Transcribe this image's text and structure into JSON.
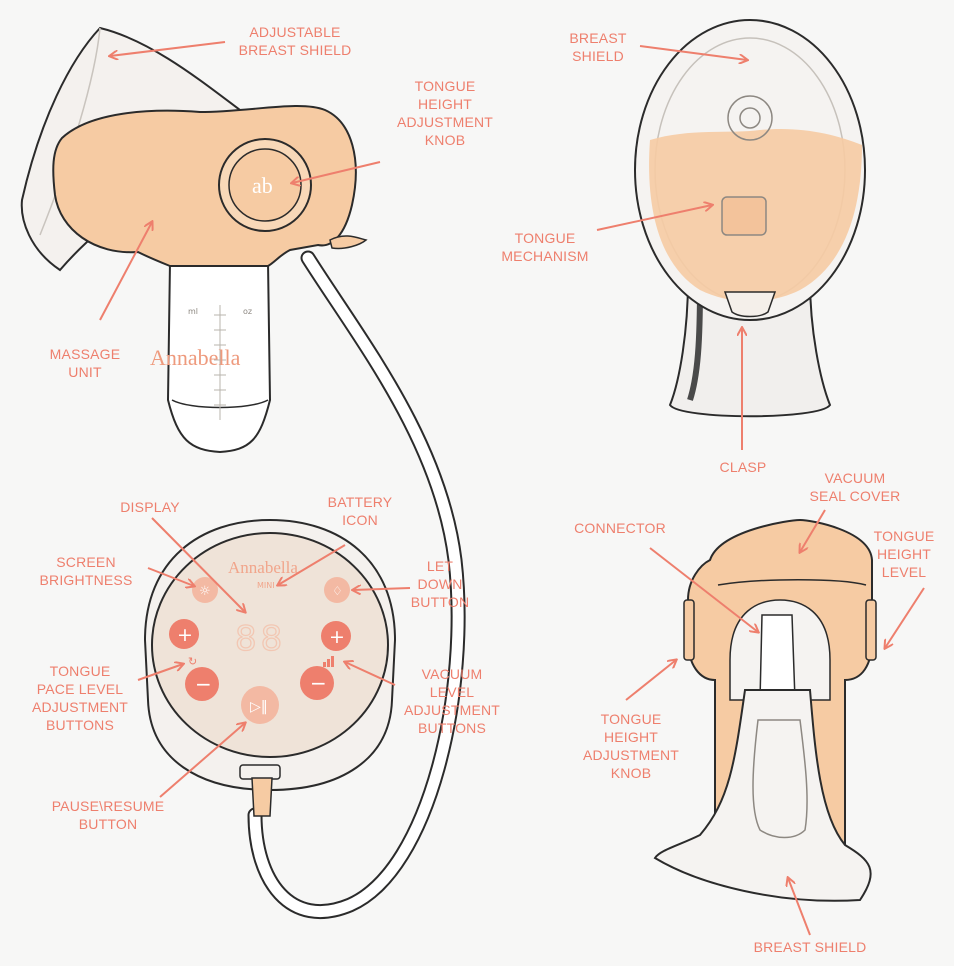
{
  "colors": {
    "label": "#ee7f6d",
    "arrow": "#ee7f6d",
    "peach": "#f6cba3",
    "outline": "#2b2b2b",
    "background": "#f7f7f6",
    "button": "#ee7f6d"
  },
  "labels": {
    "adjustable_breast_shield": "ADJUSTABLE\nBREAST SHIELD",
    "tongue_height_knob_side": "TONGUE\nHEIGHT\nADJUSTMENT\nKNOB",
    "massage_unit": "MASSAGE\nUNIT",
    "breast_shield_top": "BREAST\nSHIELD",
    "tongue_mechanism": "TONGUE\nMECHANISM",
    "clasp": "CLASP",
    "display": "DISPLAY",
    "battery_icon": "BATTERY\nICON",
    "screen_brightness": "SCREEN\nBRIGHTNESS",
    "let_down_button": "LET\nDOWN\nBUTTON",
    "tongue_pace_buttons": "TONGUE\nPACE LEVEL\nADJUSTMENT\nBUTTONS",
    "vacuum_level_buttons": "VACUUM\nLEVEL\nADJUSTMENT\nBUTTONS",
    "pause_resume_button": "PAUSE\\RESUME\nBUTTON",
    "vacuum_seal_cover": "VACUUM\nSEAL COVER",
    "connector": "CONNECTOR",
    "tongue_height_level": "TONGUE\nHEIGHT\nLEVEL",
    "tongue_height_knob_back": "TONGUE\nHEIGHT\nADJUSTMENT\nKNOB",
    "breast_shield_bottom": "BREAST SHIELD"
  },
  "device": {
    "brand": "Annabella",
    "knob_logo": "ab",
    "bottle_scale_ml": "ml",
    "bottle_scale_oz": "oz",
    "controller_brand": "Annabella",
    "controller_model": "MINI",
    "display_digits": "88"
  },
  "icons": {
    "brightness": "sun-icon",
    "let_down": "droplet-icon",
    "plus": "plus-icon",
    "minus": "minus-icon",
    "play_pause": "play-pause-icon",
    "pace": "pace-icon",
    "signal": "signal-bars-icon"
  }
}
